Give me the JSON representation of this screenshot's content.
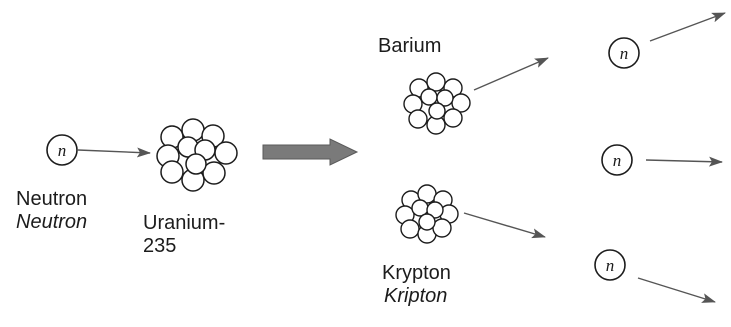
{
  "neutron_symbol": "n",
  "labels": {
    "neutron": "Neutron",
    "neutron_alt": "Neutron",
    "uranium_line1": "Uranium-",
    "uranium_line2": "235",
    "barium": "Barium",
    "krypton": "Krypton",
    "krypton_alt": "Kripton"
  },
  "colors": {
    "ink": "#1c1c1c",
    "arrow": "#555555",
    "reaction_arrow": "#7a7a7a"
  }
}
